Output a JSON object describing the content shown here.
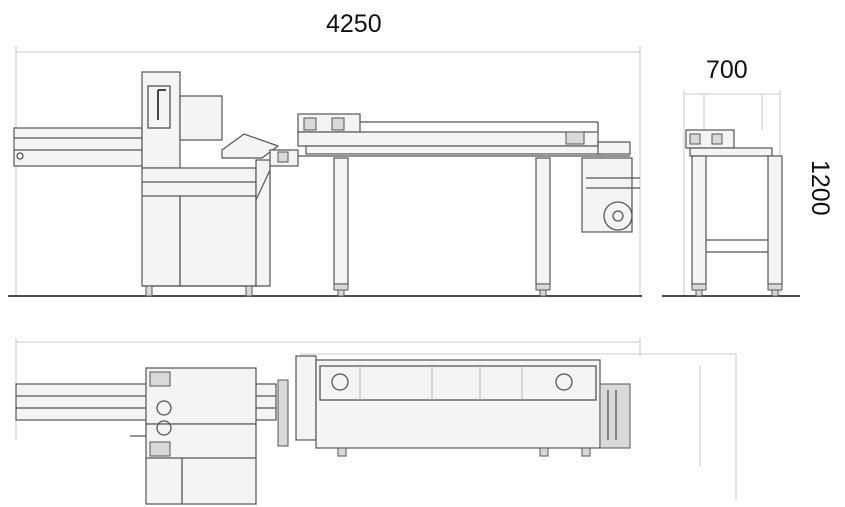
{
  "dimensions": {
    "length": "4250",
    "width": "700",
    "height": "1200"
  }
}
